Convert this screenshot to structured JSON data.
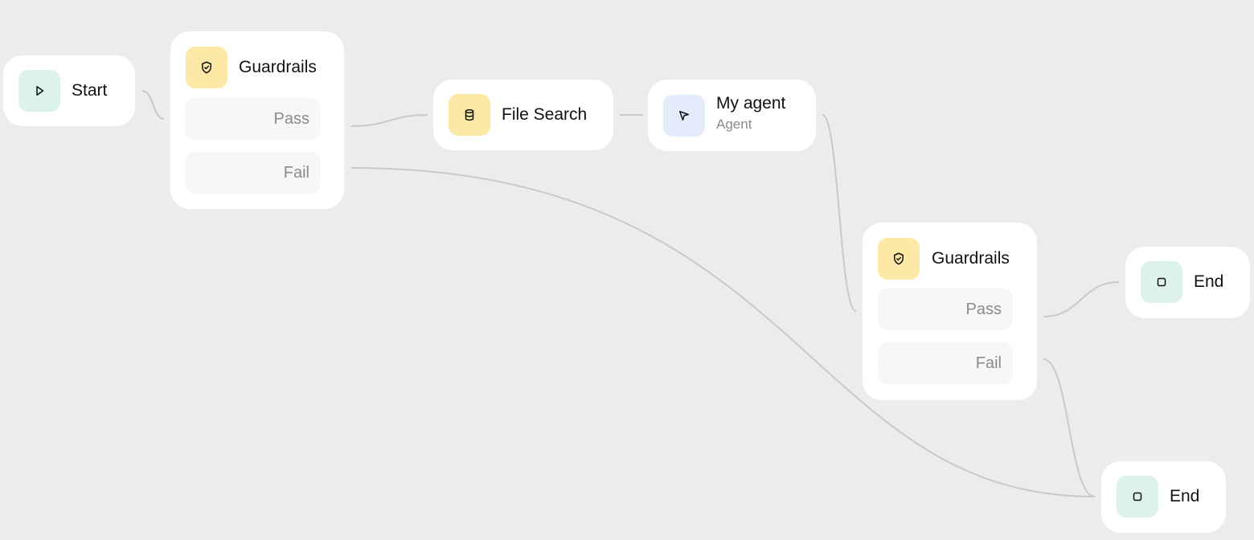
{
  "nodes": {
    "start": {
      "title": "Start",
      "icon": "play-icon"
    },
    "guardrails_1": {
      "title": "Guardrails",
      "icon": "shield-check-icon",
      "branches": [
        "Pass",
        "Fail"
      ]
    },
    "file_search": {
      "title": "File Search",
      "icon": "database-icon"
    },
    "agent": {
      "title": "My agent",
      "subtitle": "Agent",
      "icon": "cursor-arrow-icon"
    },
    "guardrails_2": {
      "title": "Guardrails",
      "icon": "shield-check-icon",
      "branches": [
        "Pass",
        "Fail"
      ]
    },
    "end_1": {
      "title": "End",
      "icon": "stop-icon"
    },
    "end_2": {
      "title": "End",
      "icon": "stop-icon"
    }
  },
  "edges": [
    {
      "from": "start",
      "to": "guardrails_1"
    },
    {
      "from": "guardrails_1.Pass",
      "to": "file_search"
    },
    {
      "from": "guardrails_1.Fail",
      "to": "end_2"
    },
    {
      "from": "file_search",
      "to": "agent"
    },
    {
      "from": "agent",
      "to": "guardrails_2"
    },
    {
      "from": "guardrails_2.Pass",
      "to": "end_1"
    },
    {
      "from": "guardrails_2.Fail",
      "to": "end_2"
    }
  ],
  "colors": {
    "canvas": "#ececec",
    "edge": "#c9c9c9",
    "start_end_icon_bg": "#dcf2ea",
    "guardrails_icon_bg": "#fde9a6",
    "agent_icon_bg": "#e4ecfb"
  }
}
